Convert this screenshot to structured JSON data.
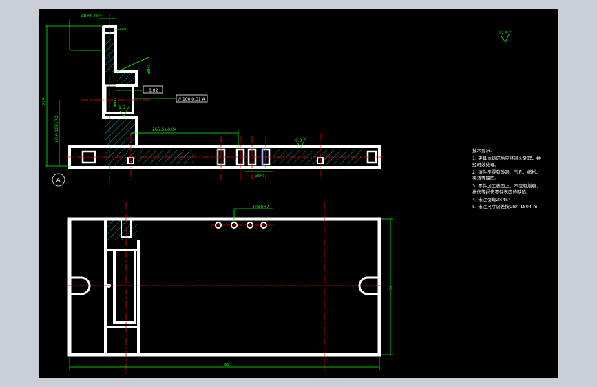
{
  "colors": {
    "background": "#000000",
    "frame": "#c9ced6",
    "outline": "#ffffff",
    "hatch": "#00d0d0",
    "dimension": "#00ff00",
    "centerline": "#ff0000",
    "hidden": "#4060ff"
  },
  "section_view": {
    "dim_top": "ø8±0.003",
    "dim_height": "225",
    "dim_left_lower": "+0.4 1081R3",
    "dim_tip": "ø6H7",
    "dim_hole": "ø6H7",
    "dim_length": "265.5±0.04",
    "dim_bottom": "ø6H7",
    "tolerance_flatness": "0.02",
    "tolerance_parallel": "// 100 0.01 A",
    "roughness_small": "1.6",
    "roughness_right": "6.3",
    "datum_label": "A",
    "small_label": "ø8H7"
  },
  "plan_view": {
    "dim_holes": "4×ø6H7",
    "dim_width": "60",
    "dim_right": "20"
  },
  "roughness_general": "12.5",
  "notes": {
    "title": "技术要求:",
    "lines": [
      "1. 夹具体铸成后应经退火处理，并",
      "   经时效处理。",
      "2. 铸件不得有砂眼、气孔、缩松、",
      "   夹渣等缺陷。",
      "3. 零件加工表面上，不应有划痕、",
      "   擦伤等损伤零件表面的缺陷。",
      "4. 未注倒角2×45°",
      "5. 未注尺寸公差按GB/T1804-m"
    ]
  }
}
